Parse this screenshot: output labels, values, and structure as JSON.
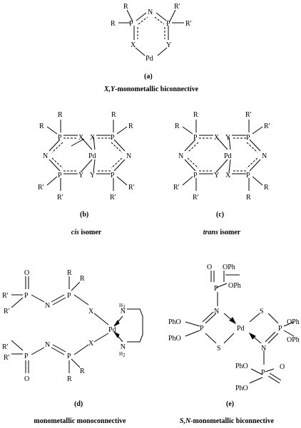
{
  "R": "R",
  "Rp": "R'",
  "P": "P",
  "N": "N",
  "Pd": "Pd",
  "X": "X",
  "Y": "Y",
  "S": "S",
  "O": "O",
  "OPh": "OPh",
  "PhO": "PhO",
  "H2": "H",
  "two": "2",
  "panels": {
    "a": {
      "label": "(a)",
      "caption_italic": "X,Y",
      "caption_rest": "-monometallic biconnective"
    },
    "b": {
      "label": "(b)",
      "caption_italic": "cis",
      "caption_rest": " isomer"
    },
    "c": {
      "label": "(c)",
      "caption_italic": "trans",
      "caption_rest": " isomer"
    },
    "d": {
      "label": "(d)",
      "caption_italic": "",
      "caption_rest": "monometallic monoconnective"
    },
    "e": {
      "label": "(e)",
      "caption_italic": "S,N",
      "caption_rest": "-monometallic biconnective"
    }
  }
}
